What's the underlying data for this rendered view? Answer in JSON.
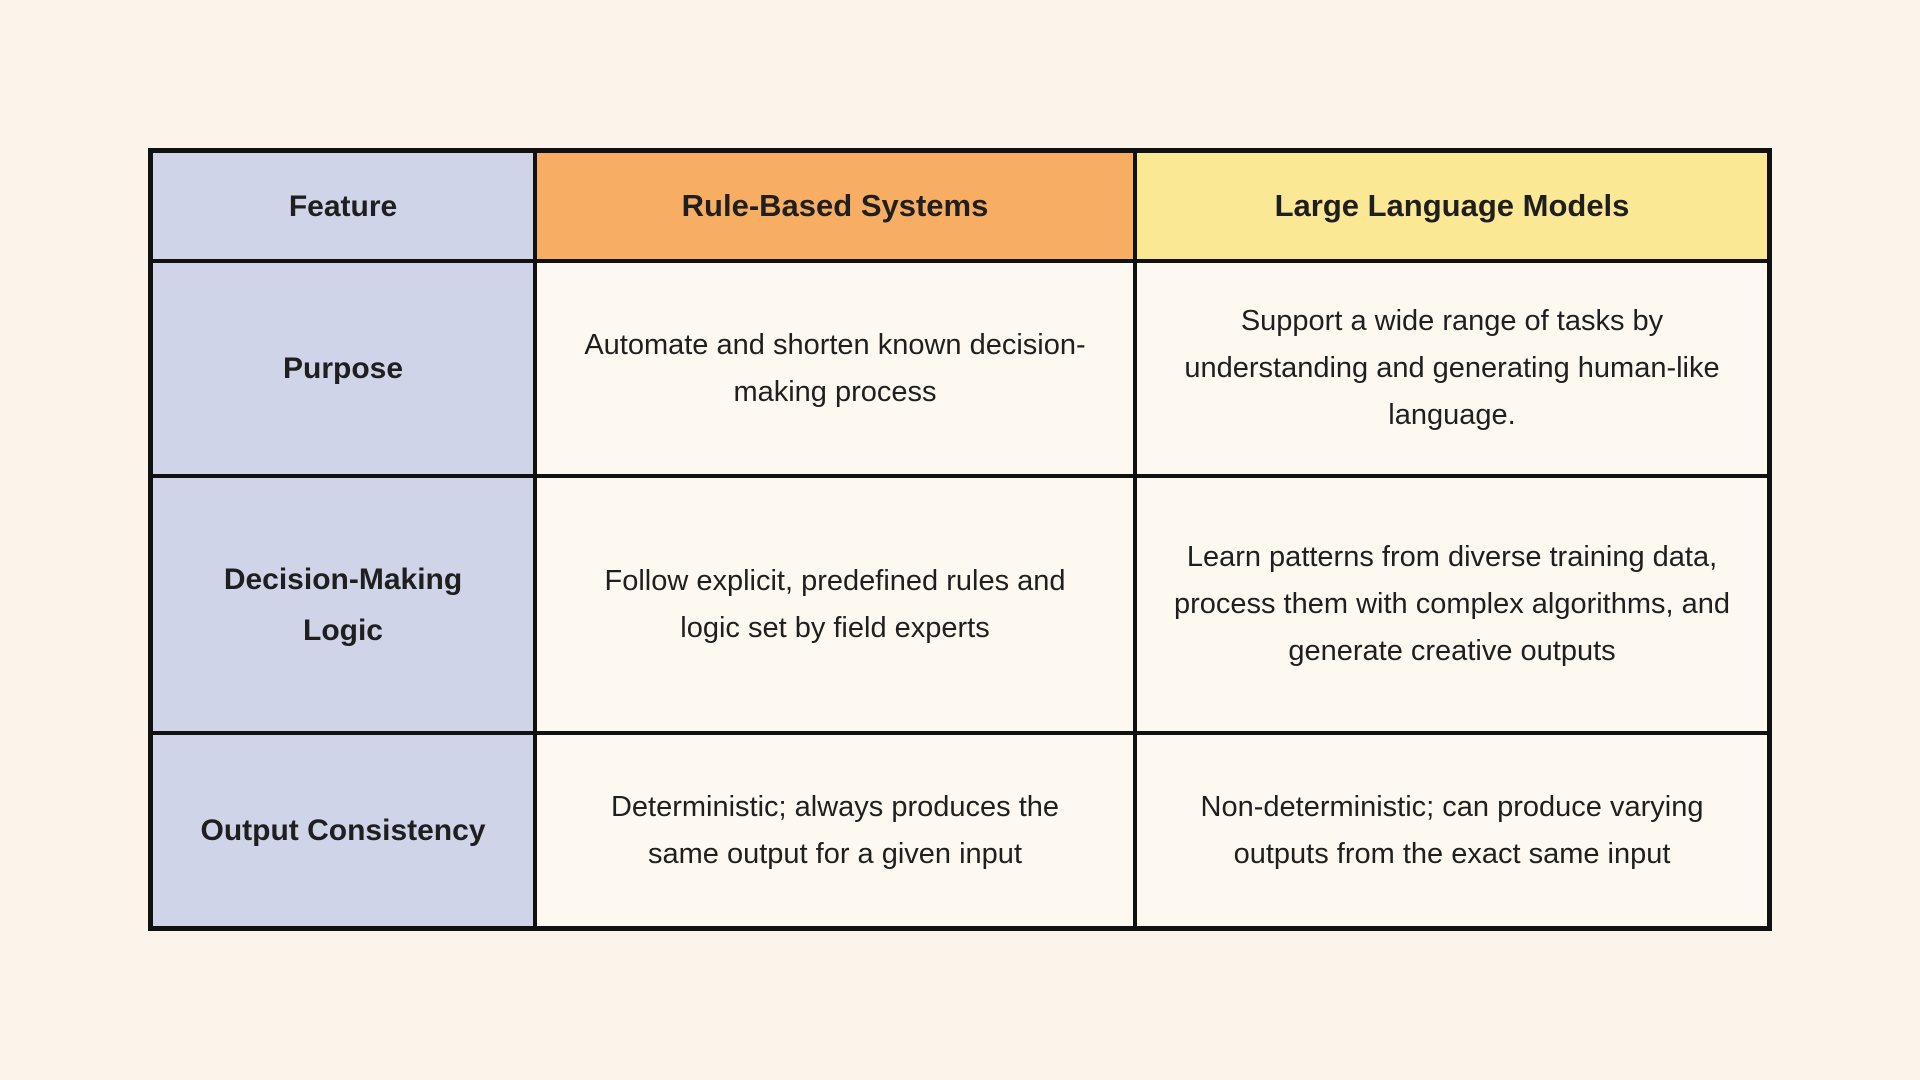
{
  "page": {
    "background_color": "#FBF4EA"
  },
  "colors": {
    "feature_column_bg": "#CFD4E8",
    "rule_based_header_bg": "#F7AE63",
    "llm_header_bg": "#FBE894",
    "body_cell_bg": "#FDF8F0",
    "grid_border": "#111111",
    "text": "#1F1F1F"
  },
  "table": {
    "header": {
      "feature": "Feature",
      "rule_based": "Rule-Based Systems",
      "llm": "Large Language Models"
    },
    "rows": [
      {
        "feature": "Purpose",
        "rule_based": "Automate and shorten known decision-making process",
        "llm": "Support a wide range of tasks by understanding and generating human-like language."
      },
      {
        "feature": "Decision-Making Logic",
        "rule_based": "Follow explicit, predefined rules and logic set by field experts",
        "llm": "Learn patterns from diverse training data, process them with complex algorithms, and generate creative outputs"
      },
      {
        "feature": "Output Consistency",
        "rule_based": "Deterministic; always produces the same output for a given input",
        "llm": "Non-deterministic; can produce varying outputs from the exact same input"
      }
    ]
  },
  "chart_data": {
    "type": "table",
    "columns": [
      "Feature",
      "Rule-Based Systems",
      "Large Language Models"
    ],
    "rows": [
      [
        "Purpose",
        "Automate and shorten known decision-making process",
        "Support a wide range of tasks by understanding and generating human-like language."
      ],
      [
        "Decision-Making Logic",
        "Follow explicit, predefined rules and logic set by field experts",
        "Learn patterns from diverse training data, process them with complex algorithms, and generate creative outputs"
      ],
      [
        "Output Consistency",
        "Deterministic; always produces the same output for a given input",
        "Non-deterministic; can produce varying outputs from the exact same input"
      ]
    ]
  }
}
